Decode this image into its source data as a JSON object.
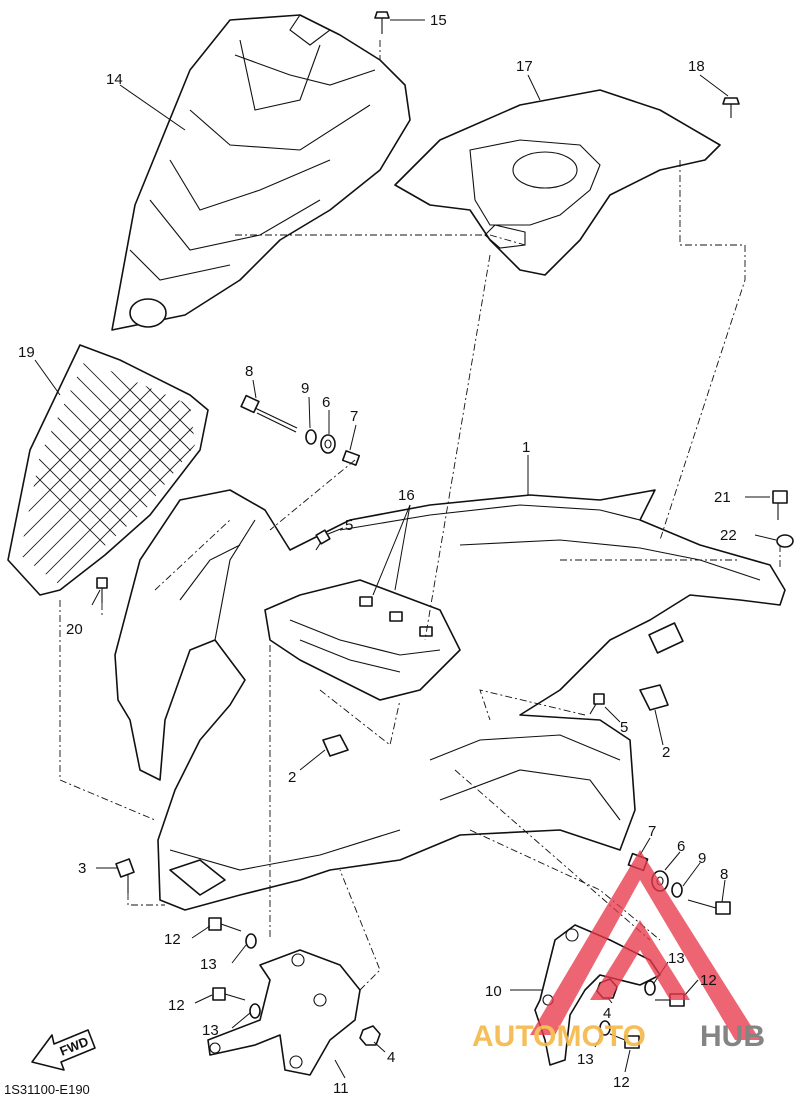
{
  "diagram_code": "1S31100-E190",
  "fwd_label": "FWD",
  "watermark": {
    "text_a": "AUTOMOTO",
    "text_b": "HUB",
    "color_a": "#f5b94a",
    "color_b": "#7a7a7a",
    "triangle_color": "#e8384b"
  },
  "callouts": {
    "c1": "1",
    "c2a": "2",
    "c2b": "2",
    "c3": "3",
    "c4a": "4",
    "c4b": "4",
    "c5a": "5",
    "c5b": "5",
    "c6a": "6",
    "c6b": "6",
    "c7a": "7",
    "c7b": "7",
    "c8a": "8",
    "c8b": "8",
    "c9a": "9",
    "c9b": "9",
    "c10": "10",
    "c11": "11",
    "c12a": "12",
    "c12b": "12",
    "c12c": "12",
    "c12d": "12",
    "c13a": "13",
    "c13b": "13",
    "c13c": "13",
    "c13d": "13",
    "c14": "14",
    "c15": "15",
    "c16": "16",
    "c17": "17",
    "c18": "18",
    "c19": "19",
    "c20": "20",
    "c21": "21",
    "c22": "22"
  }
}
